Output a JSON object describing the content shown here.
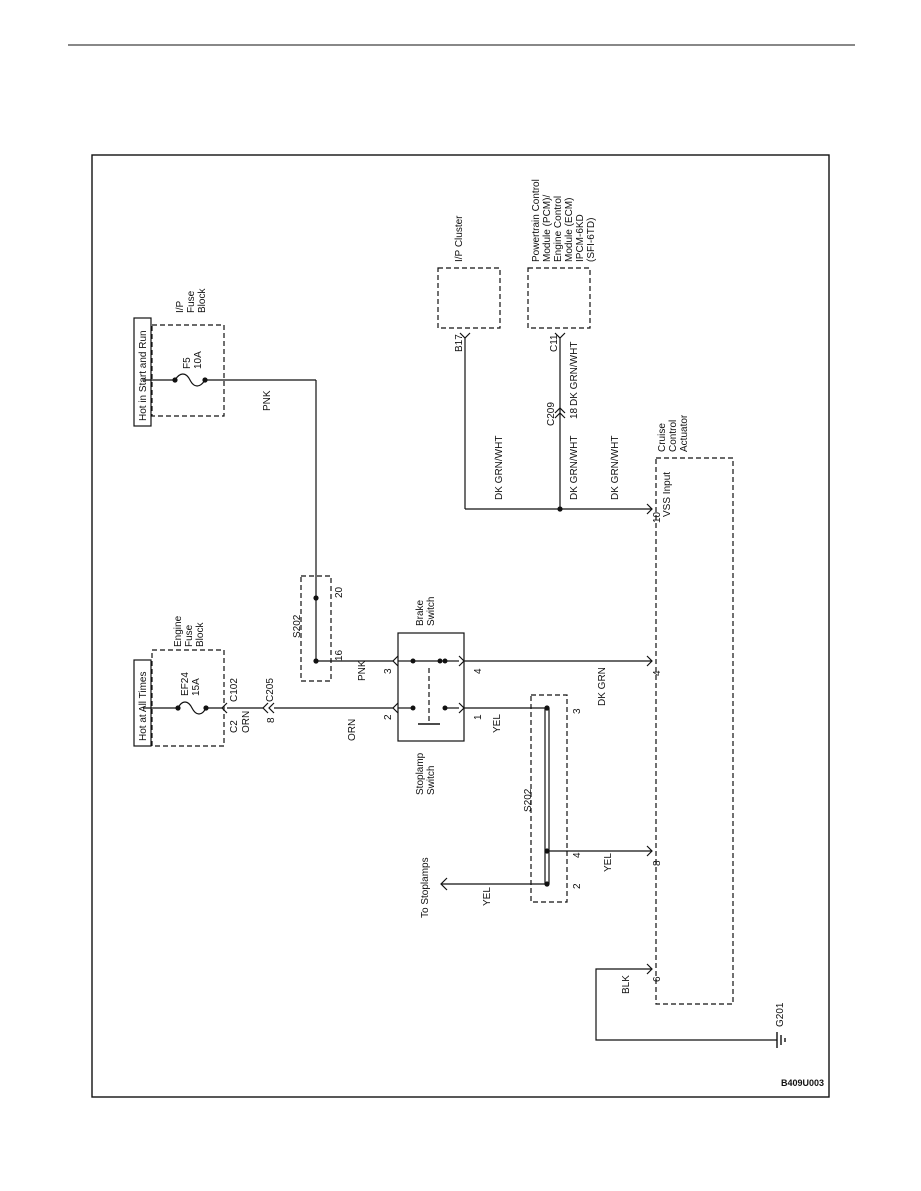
{
  "diagram_id": "B409U003",
  "power": {
    "hot_start_run": "Hot in Start and Run",
    "hot_all_times": "Hot at All Times"
  },
  "components": {
    "ip_fuse_block": [
      "I/P",
      "Fuse",
      "Block"
    ],
    "fuse_f5": [
      "F5",
      "10A"
    ],
    "engine_fuse_block": [
      "Engine",
      "Fuse",
      "Block"
    ],
    "fuse_ef24": [
      "EF24",
      "15A"
    ],
    "ip_cluster": "I/P Cluster",
    "pcm": [
      "Powertrain Control",
      "Module (PCM)/",
      "Engine Control",
      "Module (ECM)",
      "IPCM-6KD",
      "(SFI-6TD)"
    ],
    "cruise_actuator": [
      "Cruise",
      "Control",
      "Actuator"
    ],
    "vss_input": "VSS Input",
    "brake_switch": [
      "Brake",
      "Switch"
    ],
    "stoplamp_switch": [
      "Stoplamp",
      "Switch"
    ],
    "to_stoplamps": "To Stoplamps",
    "ground": "G201"
  },
  "splices": {
    "s202_top": "S202",
    "s202_bottom": "S202"
  },
  "connectors": {
    "c102": "C102",
    "c2": "C2",
    "c205": "C205",
    "c209": "C209",
    "b17": "B17",
    "c11": "C11"
  },
  "wires": {
    "pnk_1": "PNK",
    "pnk_2": "PNK",
    "orn_1": "ORN",
    "orn_2": "ORN",
    "yel_1": "YEL",
    "yel_2": "YEL",
    "yel_3": "YEL",
    "dkgrn": "DK GRN",
    "blk": "BLK",
    "dkgrnwht_1": "DK GRN/WHT",
    "dkgrnwht_2": "DK GRN/WHT",
    "dkgrnwht_3": "DK GRN/WHT",
    "dkgrnwht_4": "DK GRN/WHT"
  },
  "pins": {
    "s202_16": "16",
    "s202_20": "20",
    "c205_8": "8",
    "sw_2": "2",
    "sw_3": "3",
    "sw_1": "1",
    "sw_4": "4",
    "act_4": "4",
    "act_8": "8",
    "act_6": "6",
    "act_10": "10",
    "c209_18": "18",
    "s202b_3": "3",
    "s202b_4": "4",
    "s202b_2": "2"
  }
}
